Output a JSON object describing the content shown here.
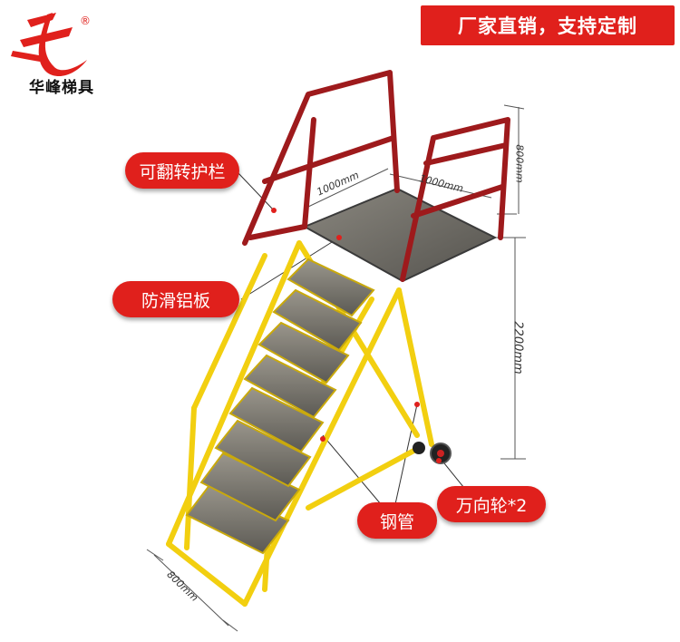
{
  "brand": {
    "name": "华峰梯具",
    "registered_mark": "®",
    "logo_color": "#e0201c"
  },
  "banner": {
    "text": "厂家直销，支持定制"
  },
  "callouts": {
    "guardrail": "可翻转护栏",
    "platform": "防滑铝板",
    "pipe": "钢管",
    "wheel": "万向轮*2"
  },
  "dimensions": {
    "platform_width": "1000mm",
    "platform_depth": "1000mm",
    "rail_height": "800mm",
    "platform_height": "2200mm",
    "base_width": "800mm"
  },
  "colors": {
    "accent_red": "#e0201c",
    "frame_yellow": "#f2cf10",
    "rail_red": "#9e1a1c",
    "step_grey": "#7d7a72"
  }
}
